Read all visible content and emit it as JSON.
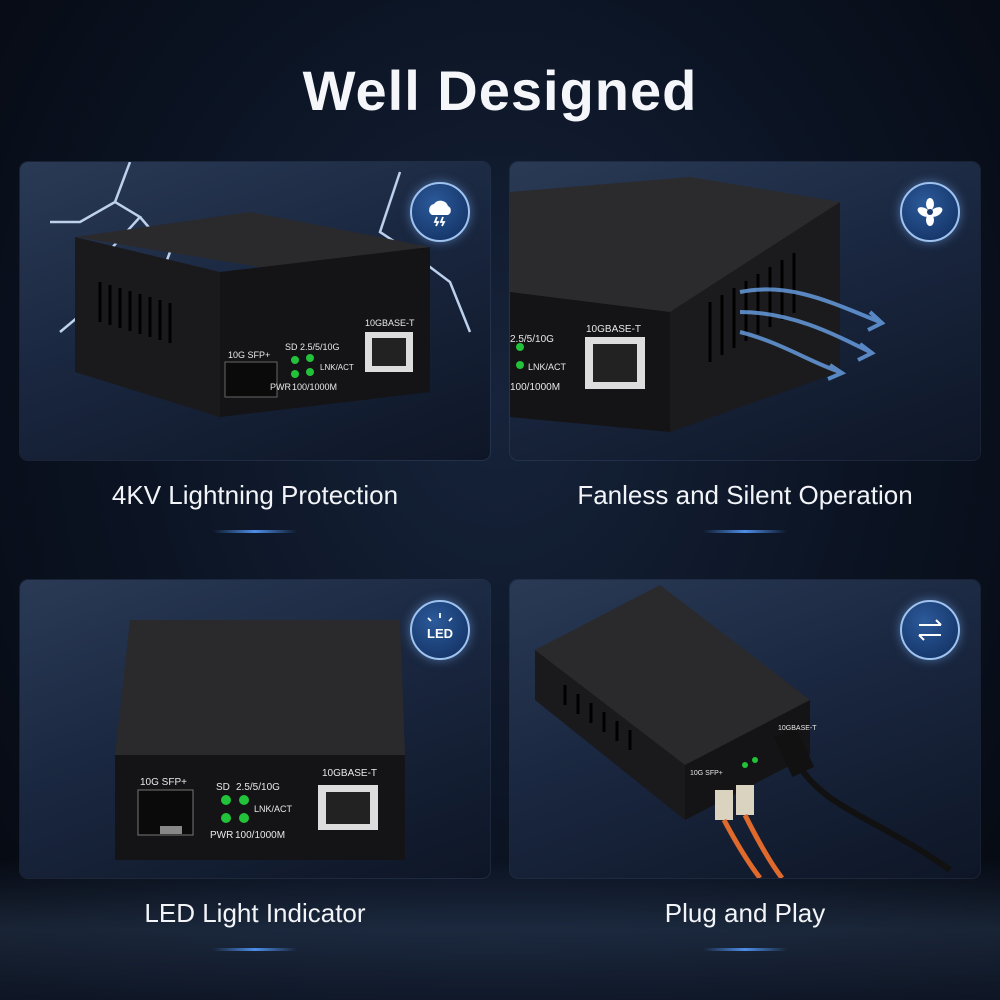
{
  "headline": "Well Designed",
  "features": [
    {
      "caption": "4KV Lightning Protection",
      "icon": "storm-cloud-icon"
    },
    {
      "caption": "Fanless and Silent Operation",
      "icon": "fan-icon"
    },
    {
      "caption": "LED Light Indicator",
      "icon": "led-icon"
    },
    {
      "caption": "Plug and Play",
      "icon": "arrows-exchange-icon"
    }
  ],
  "device": {
    "port_label": "10GBASE-T",
    "sfp_label": "10G SFP+",
    "sd_label": "SD",
    "speed_label": "2.5/5/10G",
    "pwr_label": "PWR",
    "low_speed_label": "100/1000M",
    "lnk_label": "LNK/ACT"
  },
  "led_badge_text": "LED",
  "colors": {
    "accent": "#4d8ee8",
    "led_green": "#22c23a",
    "device_body": "#1c1c1e"
  }
}
